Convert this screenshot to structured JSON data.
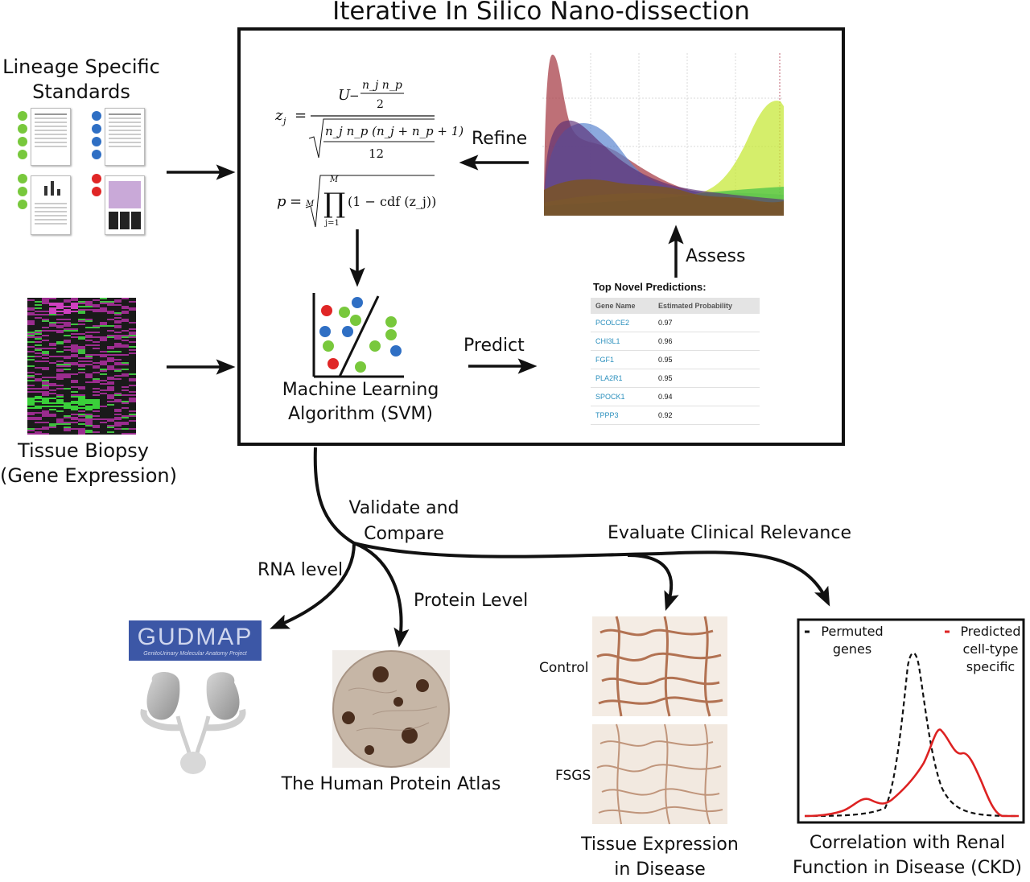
{
  "title": "Iterative In Silico Nano-dissection",
  "inputs": {
    "standards_label": [
      "Lineage Specific",
      "Standards"
    ],
    "biopsy_label": [
      "Tissue Biopsy",
      "(Gene Expression)"
    ]
  },
  "equations": {
    "z_lhs": "z",
    "z_sub": "j",
    "z_num_U": "U",
    "z_num_frac_top": "n_j n_p",
    "z_num_frac_bottom": "2",
    "z_den_inner": "n_j n_p (n_j + n_p + 1)",
    "z_den_bottom": "12",
    "p_lhs": "p",
    "p_root_index": "M",
    "p_prod_top": "M",
    "p_prod_bottom": "j=1",
    "p_body": "(1 − cdf (z_j))"
  },
  "svm_label": [
    "Machine Learning",
    "Algorithm (SVM)"
  ],
  "arrows": {
    "refine": "Refine",
    "assess": "Assess",
    "predict": "Predict"
  },
  "predictions": {
    "heading": "Top Novel Predictions:",
    "columns": [
      "Gene Name",
      "Estimated Probability"
    ],
    "rows": [
      {
        "gene": "PCOLCE2",
        "prob": "0.97"
      },
      {
        "gene": "CHI3L1",
        "prob": "0.96"
      },
      {
        "gene": "FGF1",
        "prob": "0.95"
      },
      {
        "gene": "PLA2R1",
        "prob": "0.95"
      },
      {
        "gene": "SPOCK1",
        "prob": "0.94"
      },
      {
        "gene": "TPPP3",
        "prob": "0.92"
      }
    ]
  },
  "branches": {
    "validate": [
      "Validate and",
      "Compare"
    ],
    "clinical": "Evaluate Clinical Relevance",
    "rna": "RNA level",
    "protein": "Protein Level"
  },
  "outputs": {
    "gudmap_logo": "GUDMAP",
    "gudmap_tagline": "GenitoUrinary Molecular Anatomy Project",
    "hpa_label": "The Human Protein Atlas",
    "control_label": "Control",
    "fsgs_label": "FSGS",
    "tissue_label": [
      "Tissue Expression",
      "in Disease"
    ],
    "ckd_label": [
      "Correlation with Renal",
      "Function in Disease (CKD)"
    ]
  },
  "legend": {
    "permuted": [
      "Permuted",
      "genes"
    ],
    "predicted": [
      "Predicted",
      "cell-type",
      "specific"
    ]
  },
  "colors": {
    "green": "#78c83c",
    "blue": "#2f6fc4",
    "red": "#e02626",
    "link": "#2a8fbd",
    "predicted_line": "#dd2222"
  }
}
